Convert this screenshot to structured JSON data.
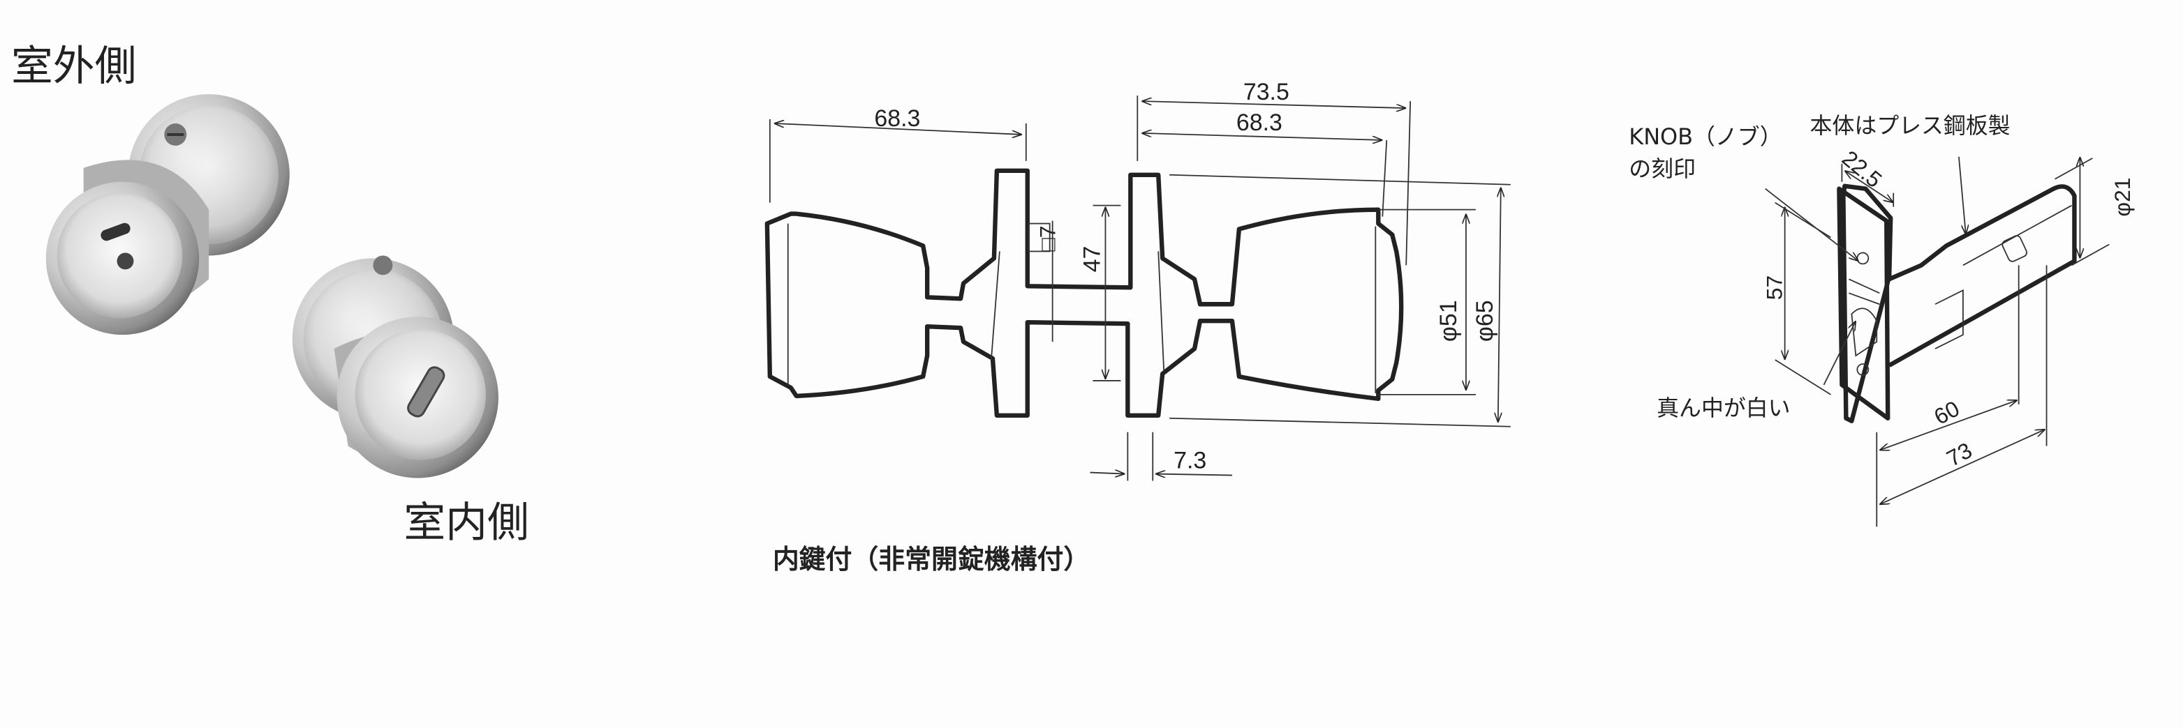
{
  "photos": {
    "outside_label": "室外側",
    "inside_label": "室内側"
  },
  "knob_drawing": {
    "caption": "内鍵付（非常開錠機構付）",
    "dims": {
      "left_knob_length": "68.3",
      "right_total_length": "73.5",
      "right_knob_length": "68.3",
      "spindle_square": "□7",
      "spindle_height": "47",
      "knob_diameter": "φ51",
      "rose_diameter": "φ65",
      "rose_thickness": "7.3"
    }
  },
  "latch_drawing": {
    "note_body": "本体はプレス鋼板製",
    "note_knob_line1": "KNOB（ノブ）",
    "note_knob_line2": "の刻印",
    "note_center": "真ん中が白い",
    "dims": {
      "faceplate_width": "22.5",
      "faceplate_height": "57",
      "tube_diameter": "φ21",
      "backset": "60",
      "total_length": "73"
    }
  }
}
